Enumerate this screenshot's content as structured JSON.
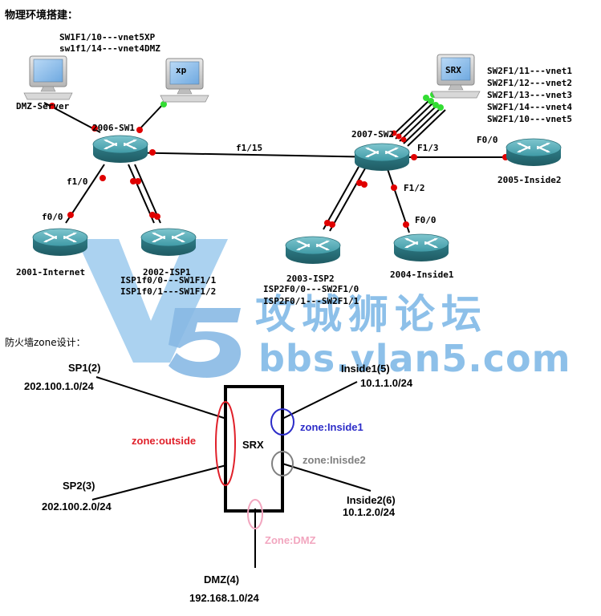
{
  "page": {
    "title": "物理环境搭建：",
    "zone_section_title": "防火墙zone设计："
  },
  "topology": {
    "hosts": {
      "dmz_server": "DMZ-Server",
      "xp_screen": "xp",
      "srx_screen": "SRX"
    },
    "routers": {
      "sw1": "2006-SW1",
      "sw2": "2007-SW2",
      "internet": "2001-Internet",
      "isp1": "2002-ISP1",
      "isp2": "2003-ISP2",
      "inside1": "2004-Inside1",
      "inside2": "2005-Inside2"
    },
    "interfaces": {
      "sw1_f1_15": "f1/15",
      "sw1_f1_0": "f1/0",
      "internet_f0_0": "f0/0",
      "sw2_f1_3": "F1/3",
      "sw2_f1_2": "F1/2",
      "inside1_f0_0": "F0/0",
      "inside2_f0_0": "F0/0"
    },
    "notes": {
      "sw1_map": [
        "SW1F1/10---vnet5XP",
        "sw1f1/14---vnet4DMZ"
      ],
      "sw2_map": [
        "SW2F1/11---vnet1",
        "SW2F1/12---vnet2",
        "SW2F1/13---vnet3",
        "SW2F1/14---vnet4",
        "SW2F1/10---vnet5"
      ],
      "isp1_map": [
        "ISP1f0/0---SW1F1/1",
        "ISP1f0/1---SW1F1/2"
      ],
      "isp2_map": [
        "ISP2F0/0---SW2F1/0",
        "ISP2F0/1---SW2F1/1"
      ]
    }
  },
  "watermark": {
    "logo_text": "V5",
    "site_name": "攻城狮论坛",
    "url": "bbs.vlan5.com"
  },
  "zones": {
    "box_label": "SRX",
    "sp1": {
      "name": "SP1(2)",
      "net": "202.100.1.0/24"
    },
    "sp2": {
      "name": "SP2(3)",
      "net": "202.100.2.0/24"
    },
    "inside1": {
      "name": "Inside1(5)",
      "net": "10.1.1.0/24"
    },
    "inside2": {
      "name": "Inside2(6)",
      "net": "10.1.2.0/24"
    },
    "dmz": {
      "name": "DMZ(4)",
      "net": "192.168.1.0/24"
    },
    "zone_outside": "zone:outside",
    "zone_inside1": "zone:Inside1",
    "zone_inside2": "zone:Inisde2",
    "zone_dmz": "Zone:DMZ"
  },
  "colors": {
    "outside": "#e0202a",
    "inside1": "#2c2cc8",
    "inside2": "#808080",
    "dmz": "#f2a6bf",
    "router": "#3a8f99",
    "link_dot": "#e00000",
    "host_dot": "#33dd33",
    "watermark": "#7ab6e6"
  }
}
